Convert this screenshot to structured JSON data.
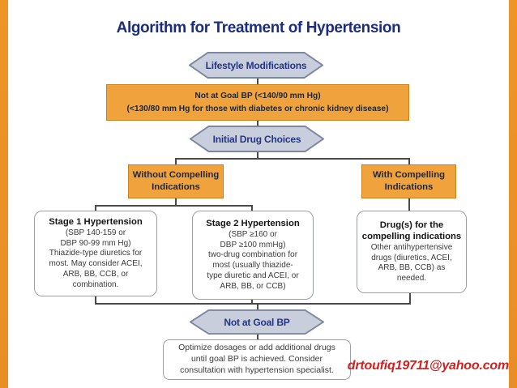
{
  "title": "Algorithm for Treatment of Hypertension",
  "watermark_email": "drtoufiq19711@yahoo.com",
  "colors": {
    "side_bar_orange": "#ef9526",
    "node_orange": "#f0a33c",
    "hexagon_fill": "#c8cedc",
    "hexagon_border": "#7e879e",
    "title_navy": "#1c2e7b",
    "hex_text_navy": "#243584",
    "connector_gray": "#4a4a4a",
    "email_red": "#d31f1f"
  },
  "nodes": {
    "lifestyle": {
      "label": "Lifestyle Modifications"
    },
    "goal_bp": {
      "lines": [
        "Not at Goal BP (<140/90 mm Hg)",
        "(<130/80 mm Hg for those with diabetes or chronic kidney disease)"
      ]
    },
    "initial_drug_choices": {
      "label": "Initial Drug Choices"
    },
    "without_compelling": {
      "lines": [
        "Without Compelling",
        "Indications"
      ]
    },
    "with_compelling": {
      "lines": [
        "With Compelling",
        "Indications"
      ]
    },
    "stage1": {
      "heading": "Stage 1 Hypertension",
      "body": [
        "(SBP 140-159 or",
        "DBP 90-99 mm Hg)",
        "Thiazide-type diuretics for",
        "most. May consider ACEI,",
        "ARB, BB, CCB, or",
        "combination."
      ]
    },
    "stage2": {
      "heading": "Stage 2 Hypertension",
      "body": [
        "(SBP ≥160 or",
        "DBP ≥100 mmHg)",
        "two-drug combination for",
        "most (usually thiazide-",
        "type diuretic and ACEI, or",
        "ARB, BB, or CCB)"
      ]
    },
    "compelling_drugs": {
      "heading": [
        "Drug(s) for the",
        "compelling indications"
      ],
      "body": [
        "Other antihypertensive",
        "drugs (diuretics, ACEI,",
        "ARB, BB, CCB) as",
        "needed."
      ]
    },
    "not_at_goal": {
      "label": "Not at Goal BP"
    },
    "optimize": {
      "lines": [
        "Optimize dosages or add additional drugs",
        "until goal BP is achieved. Consider",
        "consultation with hypertension specialist."
      ]
    }
  }
}
